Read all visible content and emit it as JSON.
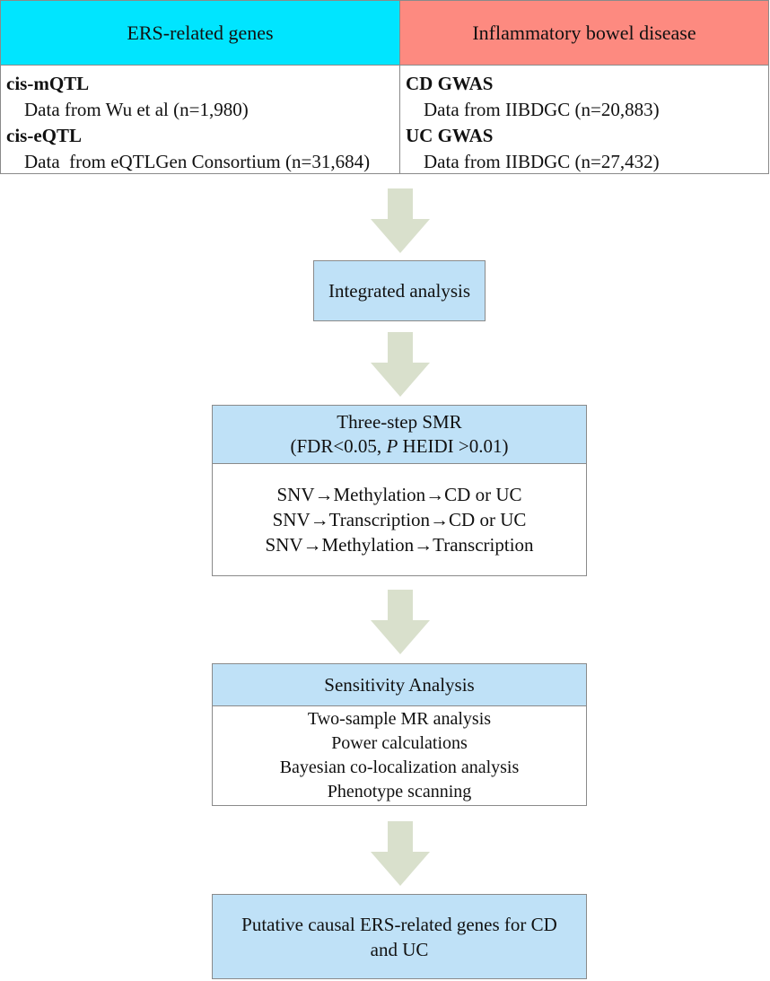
{
  "colors": {
    "ers_header": "#00e5ff",
    "ibd_header": "#fd8a80",
    "step_fill": "#bfe1f7",
    "arrow": "#d9e0cc"
  },
  "top_table": {
    "left_header": "ERS-related genes",
    "right_header": "Inflammatory bowel disease",
    "left_rows": [
      {
        "heading": "cis-mQTL",
        "detail": "Data from Wu et al (n=1,980)"
      },
      {
        "heading": "cis-eQTL",
        "detail": "Data  from eQTLGen Consortium (n=31,684)"
      }
    ],
    "right_rows": [
      {
        "heading": "CD GWAS",
        "detail": "Data from IIBDGC (n=20,883)"
      },
      {
        "heading": "UC GWAS",
        "detail": "Data from IIBDGC (n=27,432)"
      }
    ]
  },
  "integrated": {
    "label": "Integrated analysis"
  },
  "smr": {
    "title": "Three-step SMR",
    "criteria_prefix": "(FDR<0.05, ",
    "criteria_italic": "P",
    "criteria_suffix": " HEIDI >0.01)",
    "steps": [
      "SNV→Methylation→CD or UC",
      "SNV→Transcription→CD or UC",
      "SNV→Methylation→Transcription"
    ]
  },
  "sensitivity": {
    "title": "Sensitivity Analysis",
    "items": [
      "Two-sample MR analysis",
      "Power calculations",
      "Bayesian co-localization analysis",
      "Phenotype scanning"
    ]
  },
  "result": {
    "line1": "Putative causal ERS-related genes for CD",
    "line2": "and UC"
  }
}
